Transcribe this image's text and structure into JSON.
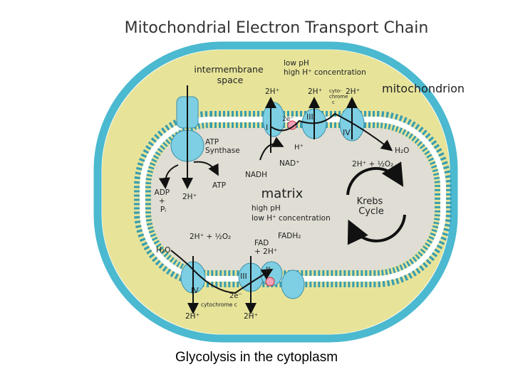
{
  "title": "Mitochondrial Electron Transport Chain",
  "caption": "Glycolysis in the cytoplasm",
  "colors": {
    "outer_membrane": "#4bb9cf",
    "intermembrane": "#e7e49a",
    "matrix": "#e0ddd4",
    "protein": "#7ecfe3",
    "protein_stroke": "#3c8fa6",
    "lipid_head": "#3a9daf",
    "cytochrome": "#f0a0b8"
  },
  "labels": {
    "intermembrane_space": [
      "intermembrane",
      "space"
    ],
    "low_ph_top": [
      "low pH",
      "high H⁺ concentration"
    ],
    "mitochondrion": "mitochondrion",
    "matrix": "matrix",
    "high_ph": [
      "high pH",
      "low H⁺ concentration"
    ],
    "atp_synthase": [
      "ATP",
      "Synthase"
    ],
    "krebs": [
      "Krebs",
      "Cycle"
    ],
    "adp": [
      "ADP",
      "+",
      "Pᵢ"
    ],
    "two_h_matrix": "2H⁺",
    "atp": "ATP",
    "nadh": "NADH",
    "nad": "NAD⁺",
    "h_plus": "H⁺",
    "two_e_top": "2e⁻",
    "h2o_top": "H₂O",
    "two_h_half_o2_top": "2H⁺ + ½O₂",
    "top_2h_1": "2H⁺",
    "top_2h_2": "2H⁺",
    "top_2h_3": "2H⁺",
    "cytochrome_c_top": [
      "cyto-",
      "chrome",
      "c"
    ],
    "complex_I_top": "I",
    "complex_III_top": "III",
    "complex_IV_top": "IV",
    "two_h_half_o2_bottom": "2H⁺ + ½O₂",
    "h2o_bottom": "H₂O",
    "fadh2": "FADH₂",
    "fad": [
      "FAD",
      "+ 2H⁺"
    ],
    "two_e_bottom": "2e⁻",
    "cytochrome_c_bottom": "cytochrome c",
    "bottom_2h_1": "2H⁺",
    "bottom_2h_2": "2H⁺",
    "complex_II_bottom": "II",
    "complex_III_bottom": "III",
    "complex_IV_bottom": "IV"
  }
}
